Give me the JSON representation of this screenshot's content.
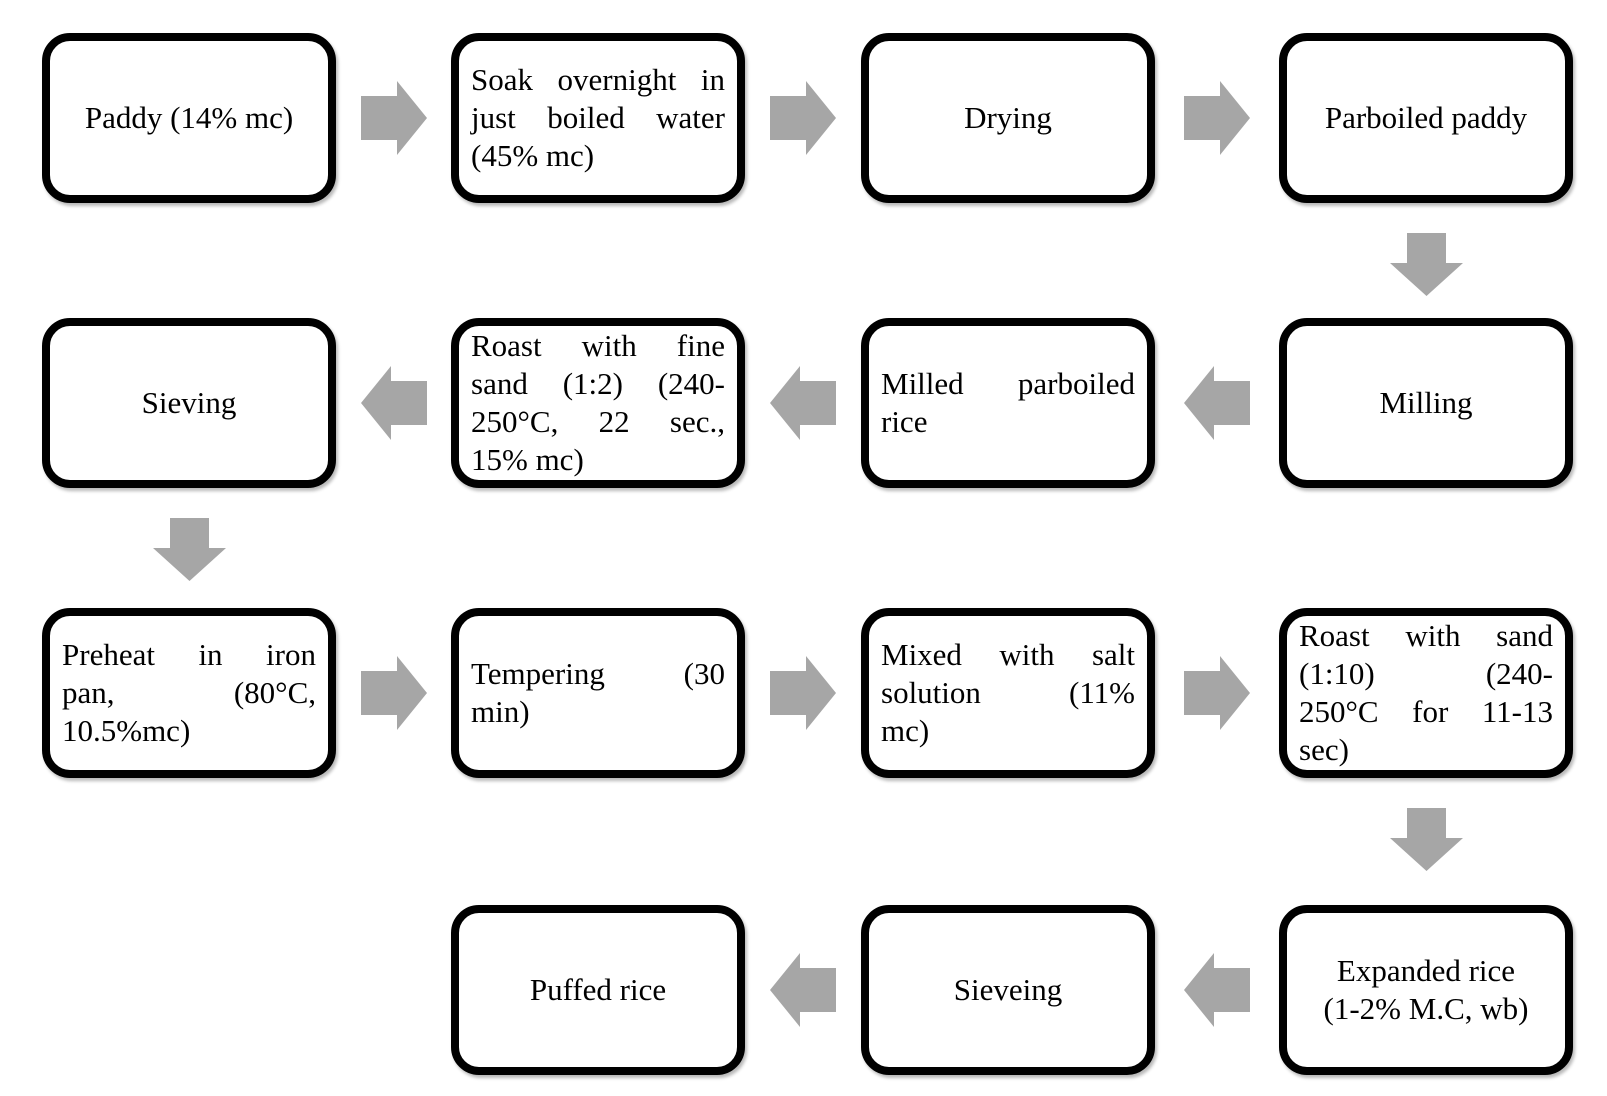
{
  "diagram": {
    "title": "Puffed rice processing flowchart",
    "colors": {
      "background": "#ffffff",
      "box_fill": "#ffffff",
      "box_border": "#000000",
      "text": "#000000",
      "arrow": "#a6a6a6"
    },
    "nodes": [
      {
        "id": "paddy",
        "row": 1,
        "col": 1,
        "align": "center",
        "lines": [
          "Paddy (14% mc)"
        ]
      },
      {
        "id": "soak",
        "row": 1,
        "col": 2,
        "align": "justify",
        "lines": [
          "Soak overnight in",
          "just boiled water",
          "(45% mc)"
        ]
      },
      {
        "id": "drying",
        "row": 1,
        "col": 3,
        "align": "center",
        "lines": [
          "Drying"
        ]
      },
      {
        "id": "parboiled-paddy",
        "row": 1,
        "col": 4,
        "align": "center",
        "lines": [
          "Parboiled paddy"
        ]
      },
      {
        "id": "milling",
        "row": 2,
        "col": 4,
        "align": "center",
        "lines": [
          "Milling"
        ]
      },
      {
        "id": "milled-rice",
        "row": 2,
        "col": 3,
        "align": "justify",
        "lines": [
          "Milled parboiled",
          "rice"
        ]
      },
      {
        "id": "roast-fine-sand",
        "row": 2,
        "col": 2,
        "align": "justify",
        "lines": [
          "Roast with fine",
          "sand (1:2) (240-",
          "250°C, 22 sec.,",
          "15% mc)"
        ]
      },
      {
        "id": "sieving",
        "row": 2,
        "col": 1,
        "align": "center",
        "lines": [
          "Sieving"
        ]
      },
      {
        "id": "preheat",
        "row": 3,
        "col": 1,
        "align": "justify",
        "lines": [
          "Preheat in iron",
          "pan, (80°C,",
          "10.5%mc)"
        ]
      },
      {
        "id": "tempering",
        "row": 3,
        "col": 2,
        "align": "justify",
        "lines": [
          "Tempering (30",
          "min)"
        ]
      },
      {
        "id": "mixed-salt",
        "row": 3,
        "col": 3,
        "align": "justify",
        "lines": [
          "Mixed with salt",
          "solution (11%",
          "mc)"
        ]
      },
      {
        "id": "roast-sand",
        "row": 3,
        "col": 4,
        "align": "justify",
        "lines": [
          "Roast with sand",
          "(1:10) (240-",
          "250°C for 11-13",
          "sec)"
        ]
      },
      {
        "id": "expanded-rice",
        "row": 4,
        "col": 4,
        "align": "center",
        "lines": [
          "Expanded rice",
          "(1-2% M.C, wb)"
        ]
      },
      {
        "id": "sieveing",
        "row": 4,
        "col": 3,
        "align": "center",
        "lines": [
          "Sieveing"
        ]
      },
      {
        "id": "puffed-rice",
        "row": 4,
        "col": 2,
        "align": "center",
        "lines": [
          "Puffed rice"
        ]
      }
    ],
    "edges": [
      {
        "from": "paddy",
        "to": "soak",
        "dir": "right"
      },
      {
        "from": "soak",
        "to": "drying",
        "dir": "right"
      },
      {
        "from": "drying",
        "to": "parboiled-paddy",
        "dir": "right"
      },
      {
        "from": "parboiled-paddy",
        "to": "milling",
        "dir": "down"
      },
      {
        "from": "milling",
        "to": "milled-rice",
        "dir": "left"
      },
      {
        "from": "milled-rice",
        "to": "roast-fine-sand",
        "dir": "left"
      },
      {
        "from": "roast-fine-sand",
        "to": "sieving",
        "dir": "left"
      },
      {
        "from": "sieving",
        "to": "preheat",
        "dir": "down"
      },
      {
        "from": "preheat",
        "to": "tempering",
        "dir": "right"
      },
      {
        "from": "tempering",
        "to": "mixed-salt",
        "dir": "right"
      },
      {
        "from": "mixed-salt",
        "to": "roast-sand",
        "dir": "right"
      },
      {
        "from": "roast-sand",
        "to": "expanded-rice",
        "dir": "down"
      },
      {
        "from": "expanded-rice",
        "to": "sieveing",
        "dir": "left"
      },
      {
        "from": "sieveing",
        "to": "puffed-rice",
        "dir": "left"
      }
    ]
  }
}
